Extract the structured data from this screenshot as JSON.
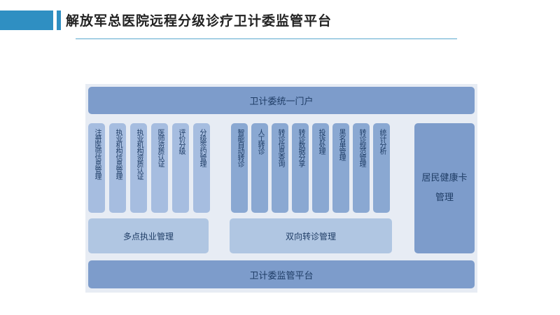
{
  "header": {
    "title": "解放军总医院远程分级诊疗卫计委监管平台"
  },
  "diagram": {
    "top_bar": "卫计委统一门户",
    "bottom_bar": "卫计委监管平台",
    "right_card": {
      "line1": "居民健康卡",
      "line2": "管理"
    },
    "left_group_label": "多点执业管理",
    "middle_group_label": "双向转诊管理",
    "left_columns": [
      "注册医师信息管理",
      "执业机构信息管理",
      "执业机构资质认证",
      "医师资质认证",
      "评价分级",
      "分级签约管理"
    ],
    "middle_columns": [
      "智能自动转诊",
      "人工转诊",
      "转诊信息查询",
      "转诊数据分享",
      "投诉处理",
      "黑名单管理",
      "转诊规范管理",
      "统计分析"
    ]
  },
  "colors": {
    "accent": "#2f8fc2",
    "dark_block": "#7d9ccb",
    "mid_block": "#a6bde0",
    "light_block": "#b0c6e2",
    "panel_bg": "#e7ecf4"
  }
}
